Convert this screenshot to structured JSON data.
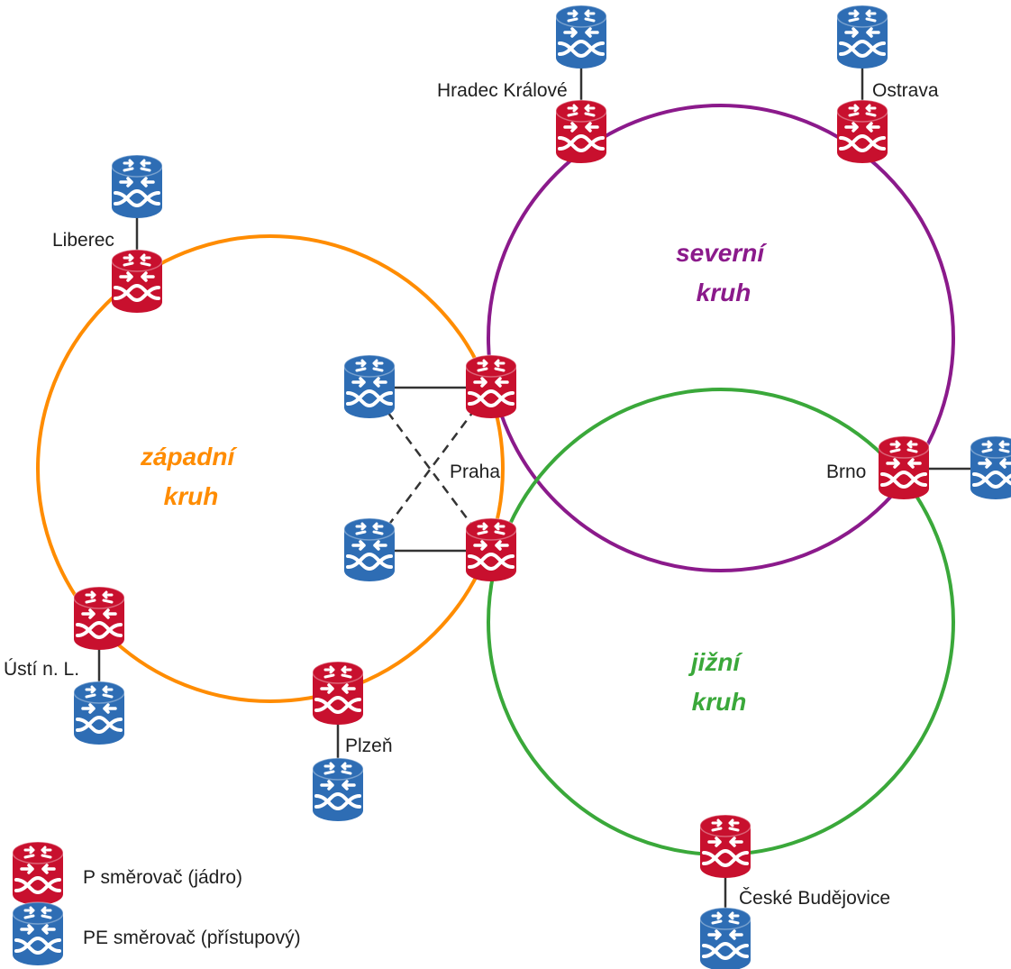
{
  "colors": {
    "ring_west": "#ff8c00",
    "ring_north": "#8b1a8b",
    "ring_south": "#3aa83a",
    "p_router": "#c8102e",
    "pe_router": "#2e6db4",
    "link": "#333333"
  },
  "rings": {
    "west": {
      "line1": "západní",
      "line2": "kruh"
    },
    "north": {
      "line1": "severní",
      "line2": "kruh"
    },
    "south": {
      "line1": "jižní",
      "line2": "kruh"
    }
  },
  "cities": {
    "hradec": "Hradec Králové",
    "ostrava": "Ostrava",
    "liberec": "Liberec",
    "praha": "Praha",
    "brno": "Brno",
    "usti": "Ústí n. L.",
    "plzen": "Plzeň",
    "budejovice": "České Budějovice"
  },
  "legend": {
    "p_label": "P směrovač (jádro)",
    "pe_label": "PE směrovač (přístupový)"
  },
  "icons": {
    "p_router": "core-router-icon",
    "pe_router": "edge-router-icon"
  }
}
